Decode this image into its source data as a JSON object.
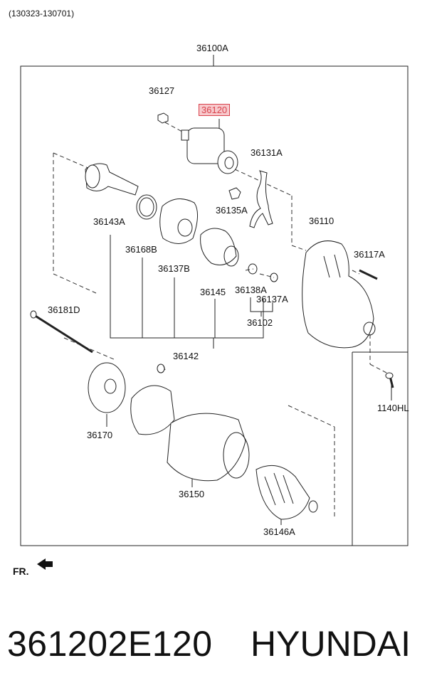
{
  "header": {
    "date_range": "(130323-130701)"
  },
  "diagram": {
    "assembly_label": "36100A",
    "parts": {
      "p36127": "36127",
      "p36120": "36120",
      "p36131A": "36131A",
      "p36135A": "36135A",
      "p36143A": "36143A",
      "p36168B": "36168B",
      "p36137B": "36137B",
      "p36145": "36145",
      "p36138A": "36138A",
      "p36137A": "36137A",
      "p36102": "36102",
      "p36110": "36110",
      "p36117A": "36117A",
      "p36181D": "36181D",
      "p36142": "36142",
      "p1140HL": "1140HL",
      "p36170": "36170",
      "p36150": "36150",
      "p36146A": "36146A"
    },
    "highlighted_part": "36120",
    "highlight_color": "#d9434d",
    "front_marker": "FR."
  },
  "footer": {
    "part_number": "361202E120",
    "brand": "HYUNDAI"
  }
}
